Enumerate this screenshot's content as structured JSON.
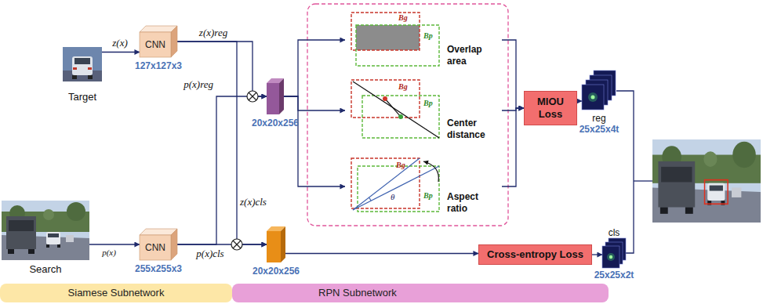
{
  "diagram": {
    "nodes": [
      {
        "text": [
          "Target"
        ]
      },
      {
        "text": [
          "CNN",
          "127x127x3"
        ]
      },
      {
        "text": [
          "20x20x256"
        ]
      },
      {
        "text": [
          "Overlap area"
        ]
      },
      {
        "text": [
          "Center distance"
        ]
      },
      {
        "text": [
          "Aspect ratio"
        ]
      },
      {
        "text": [
          "MIOU Loss"
        ]
      },
      {
        "text": [
          "reg",
          "25x25x4t"
        ]
      },
      {
        "text": [
          "Search"
        ]
      },
      {
        "text": [
          "CNN",
          "255x255x3"
        ]
      },
      {
        "text": [
          "20x20x256"
        ]
      },
      {
        "text": [
          "Cross-entropy Loss"
        ]
      },
      {
        "text": [
          "cls",
          "25x25x2t"
        ]
      },
      {
        "text": [
          "Siamese Subnetwork"
        ]
      },
      {
        "text": [
          "RPN Subnetwork"
        ]
      }
    ],
    "edges": [
      {
        "from": 0,
        "to": 1,
        "arrow": "to",
        "label": "z(x)"
      },
      {
        "from": 8,
        "to": 9,
        "arrow": "to",
        "label": "p(x)"
      },
      {
        "from": 1,
        "to": 2,
        "arrow": "to",
        "label": "z(x)reg"
      },
      {
        "from": 9,
        "to": 2,
        "arrow": "to",
        "label": "p(x)reg"
      },
      {
        "from": 1,
        "to": 10,
        "arrow": "to",
        "label": "z(x)cls"
      },
      {
        "from": 9,
        "to": 10,
        "arrow": "to",
        "label": "p(x)cls"
      },
      {
        "from": 2,
        "to": 3,
        "arrow": "to"
      },
      {
        "from": 2,
        "to": 4,
        "arrow": "to"
      },
      {
        "from": 2,
        "to": 5,
        "arrow": "to"
      },
      {
        "from": 3,
        "to": 6,
        "arrow": "to"
      },
      {
        "from": 4,
        "to": 6,
        "arrow": "to"
      },
      {
        "from": 5,
        "to": 6,
        "arrow": "to"
      },
      {
        "from": 6,
        "to": 7,
        "arrow": "to"
      },
      {
        "from": 10,
        "to": 11,
        "arrow": "to"
      },
      {
        "from": 11,
        "to": 12,
        "arrow": "to"
      }
    ],
    "labels": [
      "Bg",
      "Bp",
      "Bg",
      "Bp",
      "Bg",
      "Bp",
      "θ"
    ]
  }
}
